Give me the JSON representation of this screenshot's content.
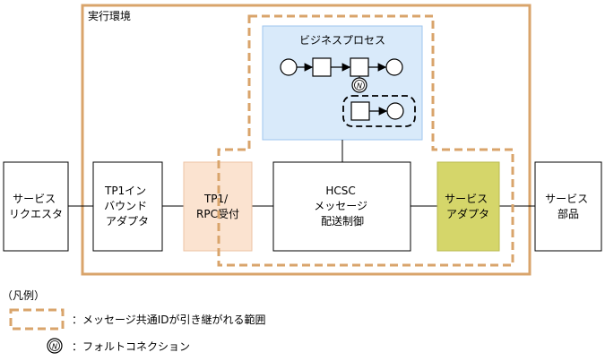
{
  "environment": {
    "label": "実行環境"
  },
  "service_requester": {
    "lines": [
      "サービス",
      "リクエスタ"
    ]
  },
  "tp1_inbound_adapter": {
    "lines": [
      "TP1イン",
      "バウンド",
      "アダプタ"
    ]
  },
  "tp1_rpc_receiver": {
    "lines": [
      "TP1/",
      "RPC受付"
    ]
  },
  "hcsc_control": {
    "lines": [
      "HCSC",
      "メッセージ",
      "配送制御"
    ]
  },
  "service_adapter": {
    "lines": [
      "サービス",
      "アダプタ"
    ]
  },
  "service_component": {
    "lines": [
      "サービス",
      "部品"
    ]
  },
  "business_process": {
    "label": "ビジネスプロセス"
  },
  "legend": {
    "title": "（凡例）",
    "dashed_area_desc": "：メッセージ共通IDが引き継がれる範囲",
    "fault_icon_desc": "：フォルトコネクション",
    "fault_icon_symbol": "N"
  },
  "colors": {
    "environment_border": "#d9a46b",
    "scope_dash": "#d9a46b",
    "business_process_fill": "#d9eafa",
    "business_process_border": "#9ec6ef",
    "rpc_fill": "#fbe3d0",
    "rpc_border": "#eec3a3",
    "adapter_fill": "#d5d66a",
    "adapter_border": "#b9ba4e"
  }
}
